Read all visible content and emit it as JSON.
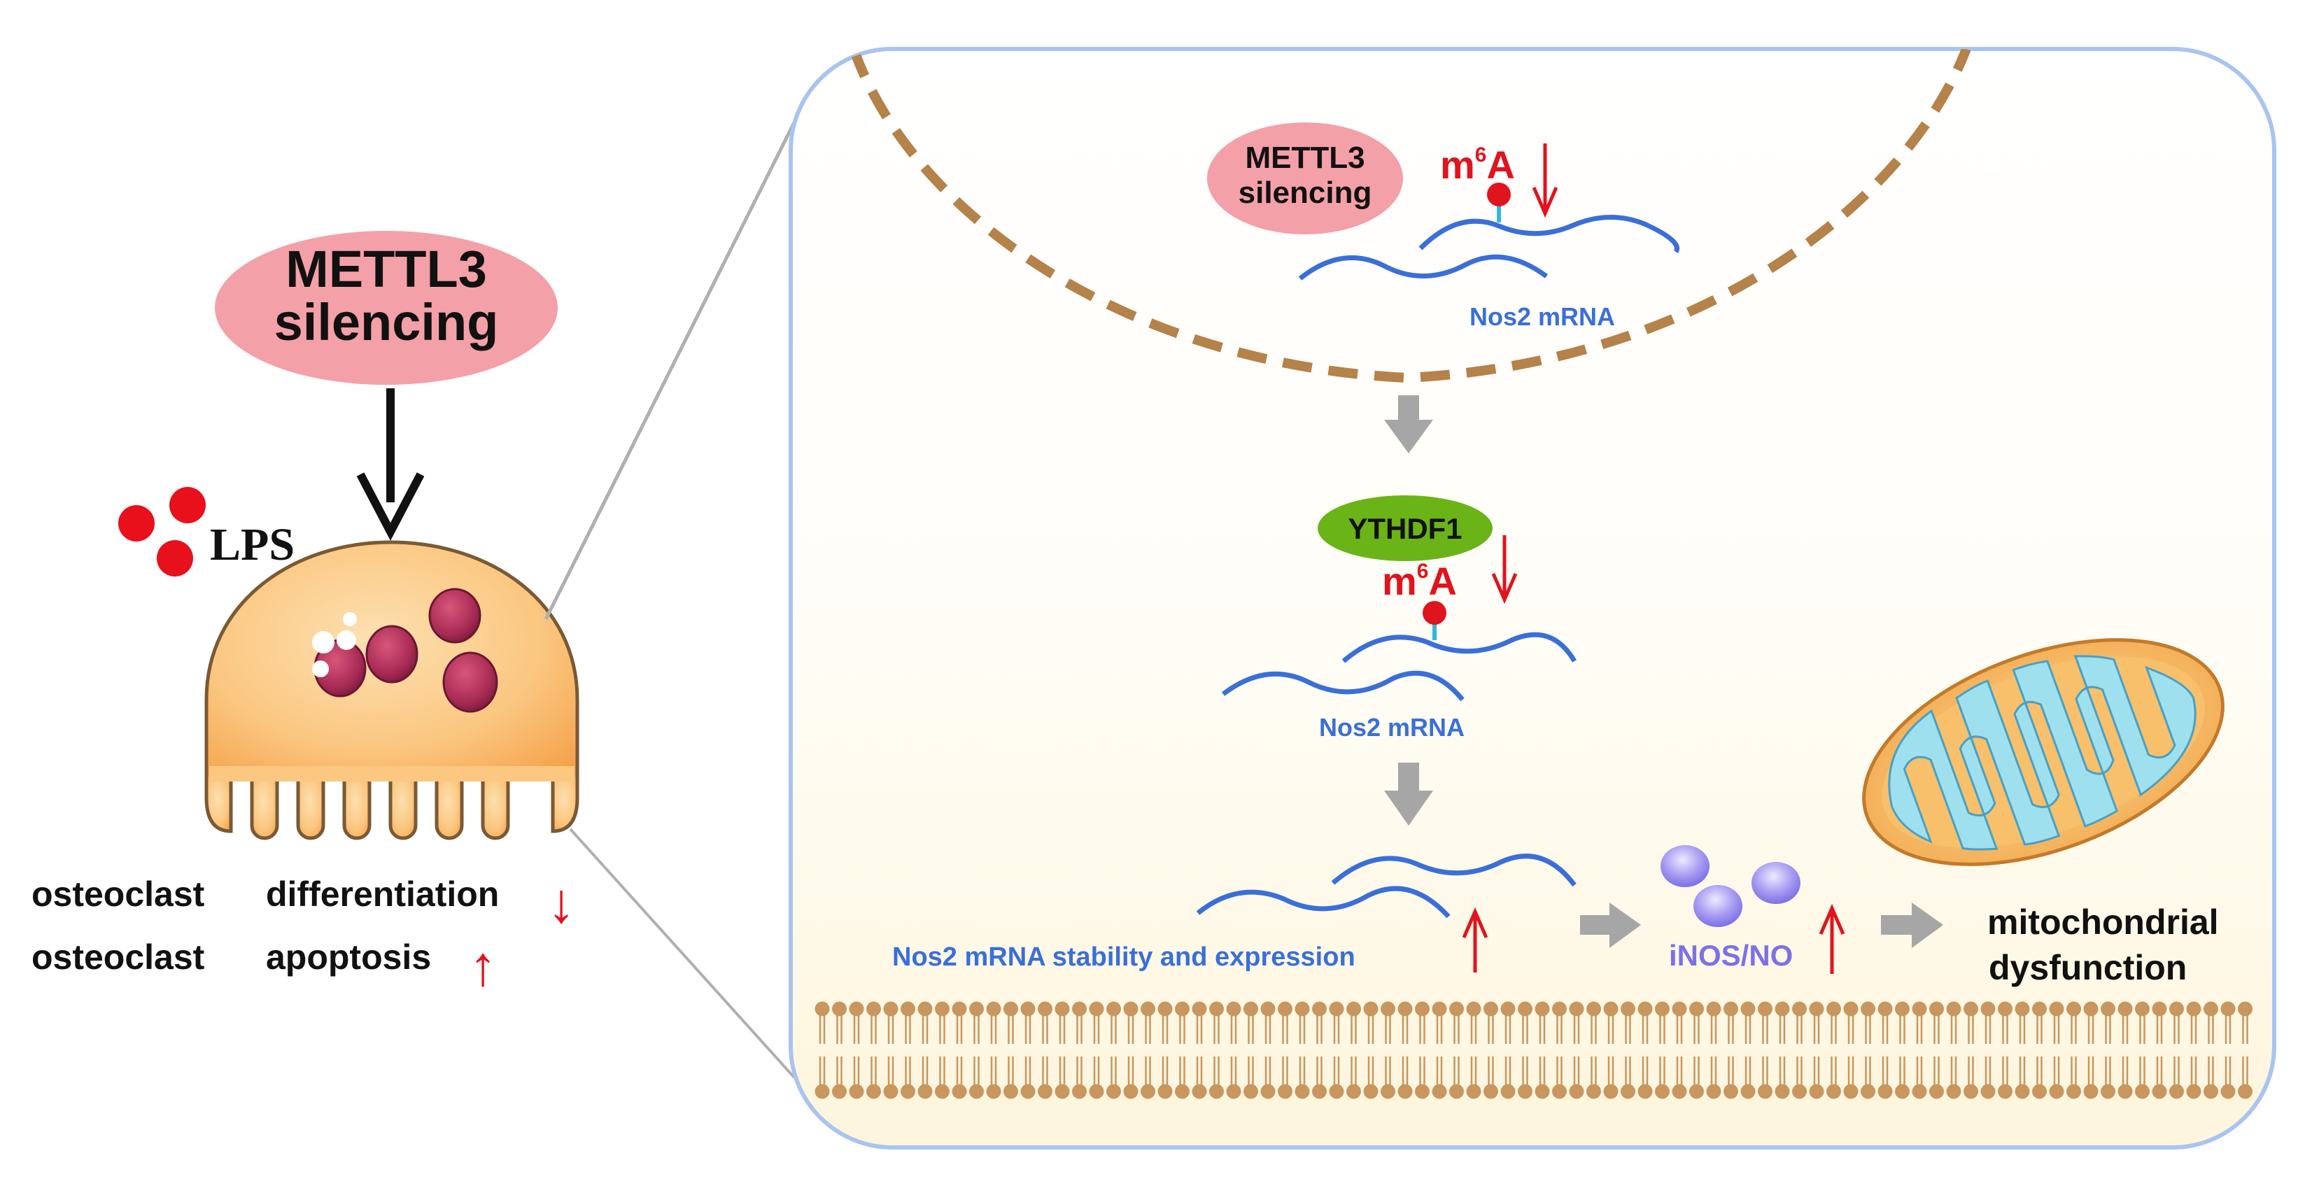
{
  "colors": {
    "ellipse_pink": "#f4a0a8",
    "ythdf1_green": "#6ab417",
    "mrna_blue": "#3a6fd8",
    "m6a_red": "#e0141e",
    "arrow_gray": "#a6a6a6",
    "membrane_tan": "#c8965e",
    "panel_border": "#a9c4f0",
    "cell_orange": "#fbc781",
    "lps_red": "#e8101a",
    "inos_purple": "#7d71e6",
    "mito_teal": "#9fe0ef"
  },
  "left": {
    "oval_line1": "METTL3",
    "oval_line2": "silencing",
    "lps_label": "LPS",
    "row1_left": "osteoclast",
    "row1_right": "differentiation",
    "row1_arrow": "↓",
    "row2_left": "osteoclast",
    "row2_right": "apoptosis",
    "row2_arrow": "↑"
  },
  "panel": {
    "nucleus_oval_line1": "METTL3",
    "nucleus_oval_line2": "silencing",
    "m6a_top_m": "m",
    "m6a_top_sup": "6",
    "m6a_top_a": "A",
    "m6a_top_arrow": "↓",
    "nos2_top_label": "Nos2 mRNA",
    "ythdf1_label": "YTHDF1",
    "m6a_mid_m": "m",
    "m6a_mid_sup": "6",
    "m6a_mid_a": "A",
    "m6a_mid_arrow": "↓",
    "nos2_mid_label": "Nos2 mRNA",
    "stability_label": "Nos2 mRNA stability and expression",
    "stability_arrow": "↑",
    "inos_label": "iNOS/NO",
    "inos_arrow": "↑",
    "mito_line1": "mitochondrial",
    "mito_line2": "dysfunction"
  }
}
